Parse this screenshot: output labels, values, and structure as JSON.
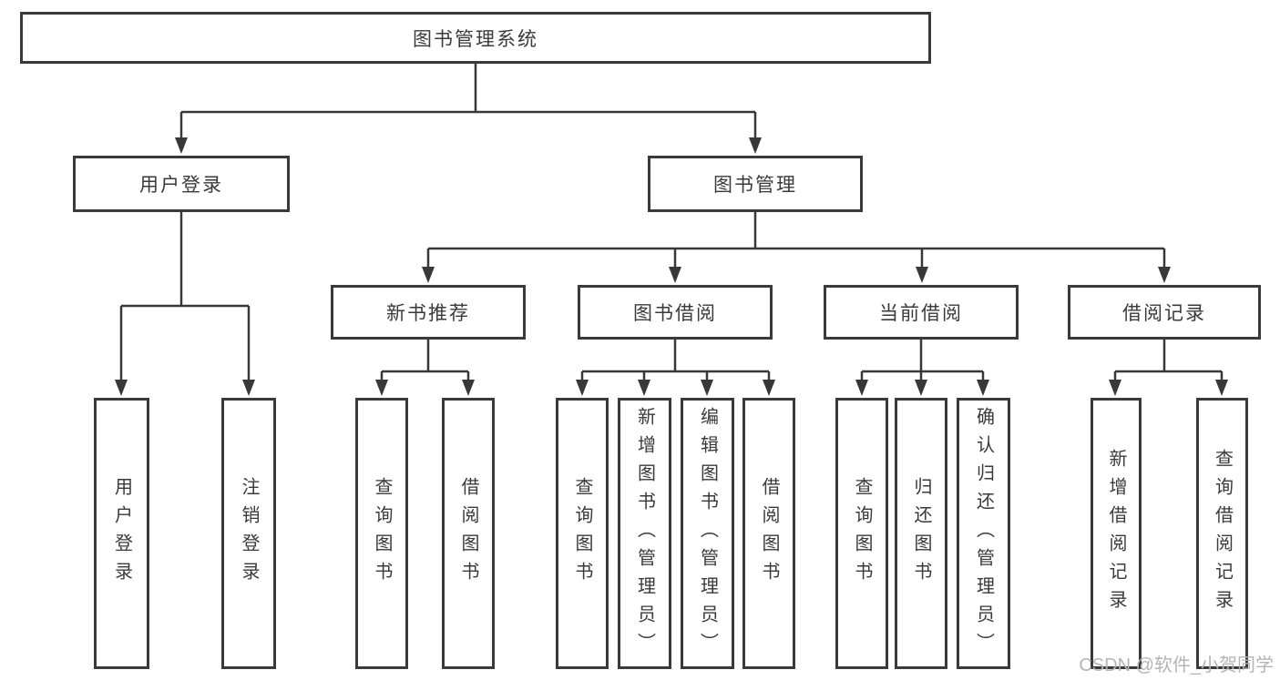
{
  "diagram": {
    "root": {
      "label": "图书管理系统",
      "children": [
        {
          "label": "用户登录",
          "children": [
            {
              "label": "用户登录"
            },
            {
              "label": "注销登录"
            }
          ]
        },
        {
          "label": "图书管理",
          "children": [
            {
              "label": "新书推荐",
              "children": [
                {
                  "label": "查询图书"
                },
                {
                  "label": "借阅图书"
                }
              ]
            },
            {
              "label": "图书借阅",
              "children": [
                {
                  "label": "查询图书"
                },
                {
                  "label": "新增图书（管理员）"
                },
                {
                  "label": "编辑图书（管理员）"
                },
                {
                  "label": "借阅图书"
                }
              ]
            },
            {
              "label": "当前借阅",
              "children": [
                {
                  "label": "查询图书"
                },
                {
                  "label": "归还图书"
                },
                {
                  "label": "确认归还（管理员）"
                }
              ]
            },
            {
              "label": "借阅记录",
              "children": [
                {
                  "label": "新增借阅记录"
                },
                {
                  "label": "查询借阅记录"
                }
              ]
            }
          ]
        }
      ]
    }
  },
  "watermark": {
    "text": "CSDN @软件_小贺同学"
  },
  "colors": {
    "line": "#383838",
    "border": "#3a3a3a",
    "text": "#3a3a3a",
    "watermark": "#b4b4b4",
    "background": "#ffffff"
  }
}
